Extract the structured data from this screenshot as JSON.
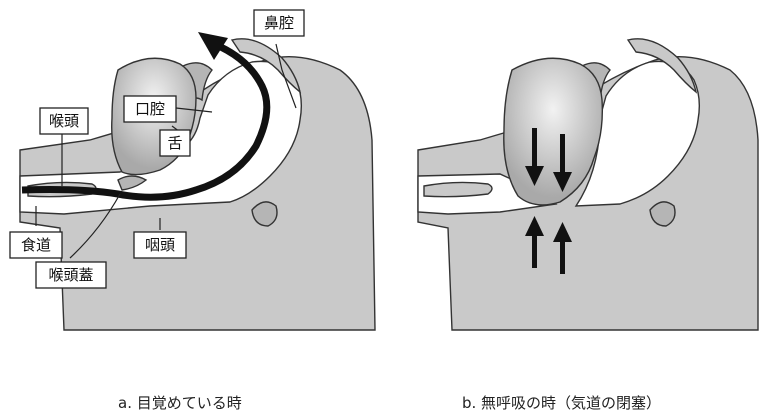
{
  "labels": {
    "nasal_cavity": "鼻腔",
    "larynx": "喉頭",
    "oral_cavity": "口腔",
    "tongue": "舌",
    "esophagus": "食道",
    "pharynx": "咽頭",
    "epiglottis": "喉頭蓋"
  },
  "captions": {
    "awake": "a. 目覚めている時",
    "apnea": "b. 無呼吸の時（気道の閉塞）"
  },
  "colors": {
    "tissue": "#c9c9c9",
    "outline": "#333333",
    "arrow": "#111111"
  }
}
